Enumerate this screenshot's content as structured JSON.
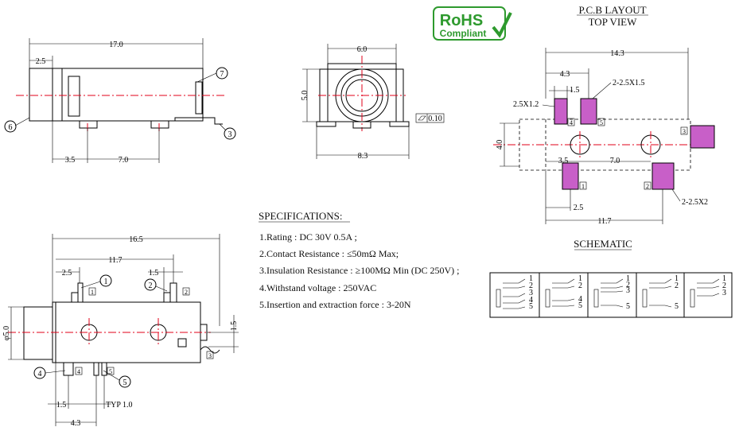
{
  "dims": {
    "d17": "17.0",
    "d25": "2.5",
    "d35": "3.5",
    "d70": "7.0",
    "d60": "6.0",
    "d50": "5.0",
    "d83": "8.3",
    "d010": "0.10",
    "d165": "16.5",
    "d117": "11.7",
    "d15": "1.5",
    "d5": "φ5.0",
    "d43": "4.3",
    "typ": "TYP 1.0",
    "pcb143": "14.3",
    "pcb43": "4.3",
    "pcb15": "1.5",
    "pcb25x15": "2-2.5X1.5",
    "pcb25x12": "2.5X1.2",
    "pcb40": "4.0",
    "pcb35": "3.5",
    "pcb70": "7.0",
    "pcb25": "2.5",
    "pcb117": "11.7",
    "pcb25x2": "2-2.5X2"
  },
  "callouts": [
    "1",
    "2",
    "3",
    "4",
    "5",
    "6",
    "7"
  ],
  "rohs": {
    "line1": "RoHS",
    "line2": "Compliant"
  },
  "pcb": {
    "title": "P.C.B LAYOUT",
    "subtitle": "TOP VIEW"
  },
  "specs": {
    "heading": "SPECIFICATIONS:",
    "items": [
      "1.Rating : DC  30V 0.5A ;",
      "2.Contact Resistance : ≤50mΩ  Max;",
      "3.Insulation Resistance : ≥100MΩ  Min (DC 250V) ;",
      "4.Withstand voltage : 250VAC",
      "5.Insertion and extraction force : 3-20N"
    ]
  },
  "schematic": {
    "title": "SCHEMATIC"
  },
  "colors": {
    "pad": "#c85fc8",
    "centerline": "#e0001a",
    "rohs_green": "#2e9a2e"
  }
}
